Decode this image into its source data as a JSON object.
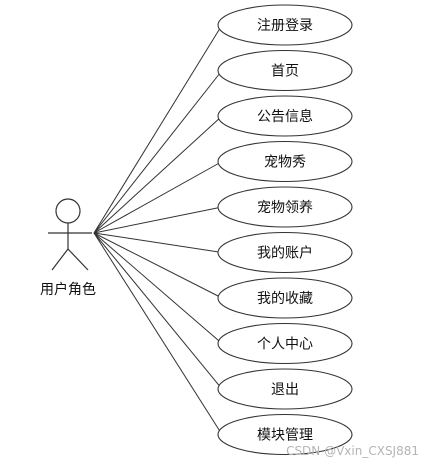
{
  "actor": {
    "label": "用户角色"
  },
  "use_cases": [
    {
      "label": "注册登录"
    },
    {
      "label": "首页"
    },
    {
      "label": "公告信息"
    },
    {
      "label": "宠物秀"
    },
    {
      "label": "宠物领养"
    },
    {
      "label": "我的账户"
    },
    {
      "label": "我的收藏"
    },
    {
      "label": "个人中心"
    },
    {
      "label": "退出"
    },
    {
      "label": "模块管理"
    }
  ],
  "watermark": "CSDN @Vxin_CXSJ881",
  "colors": {
    "stroke": "#333333",
    "fill": "#ffffff",
    "watermark": "#b5b5b5"
  }
}
